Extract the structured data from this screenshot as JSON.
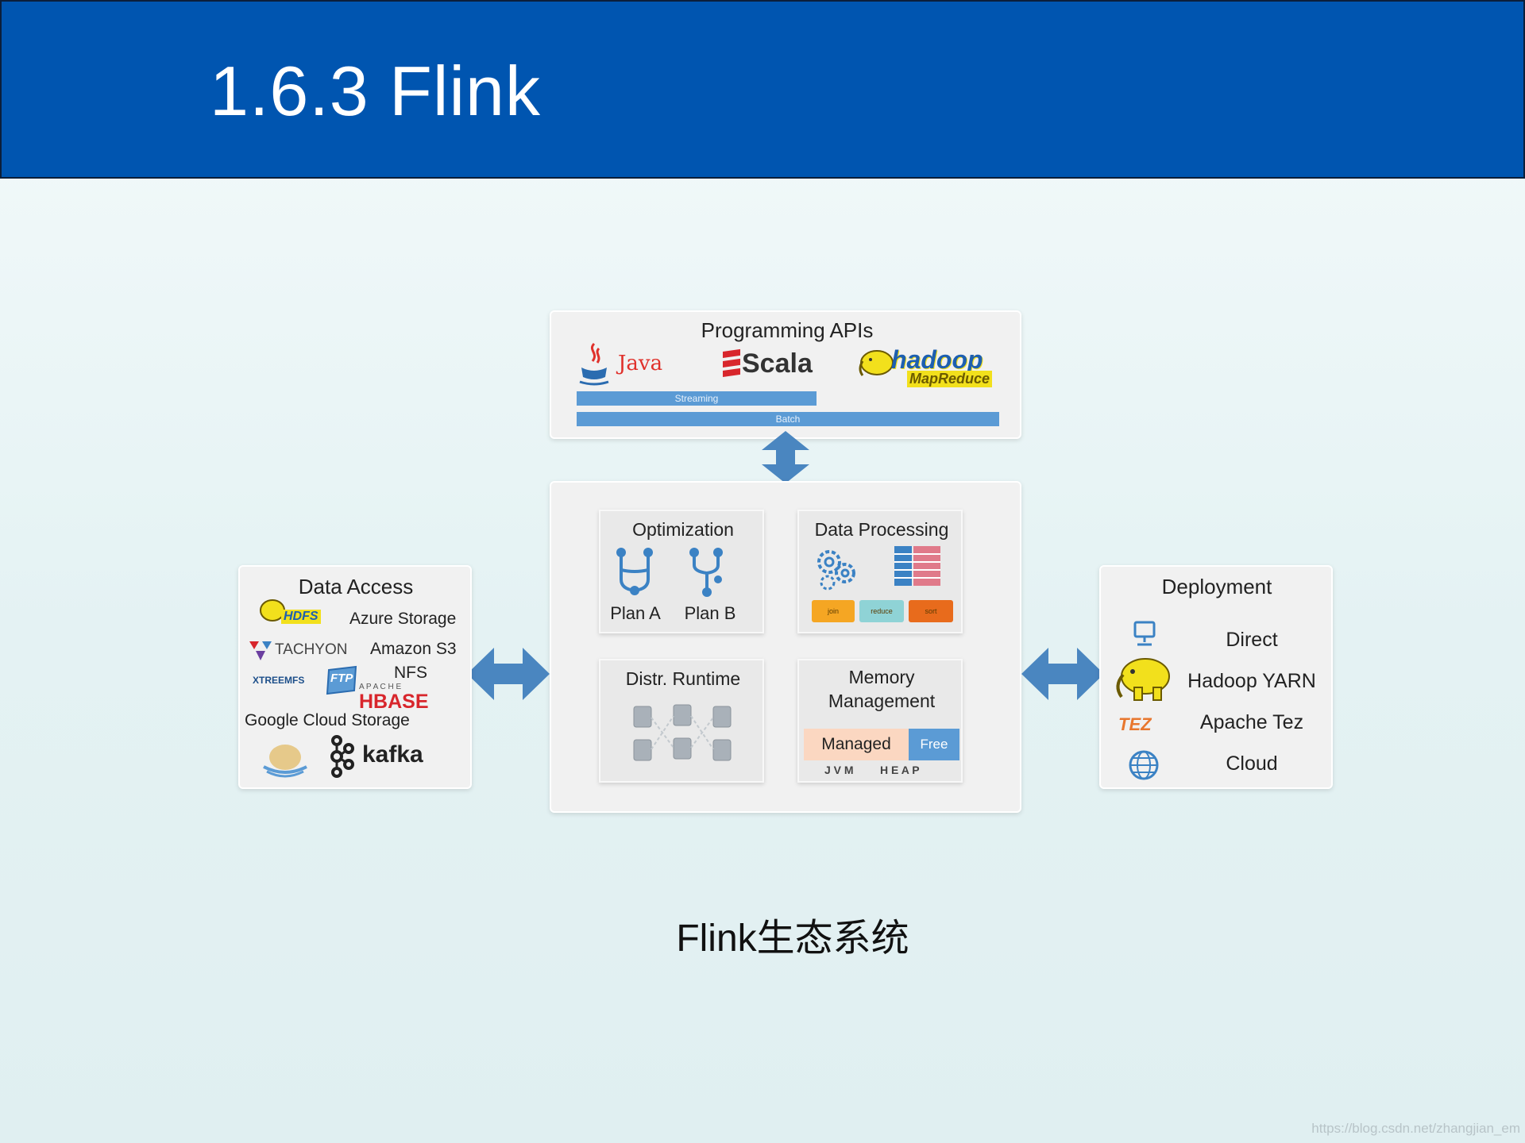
{
  "slide": {
    "title": "1.6.3 Flink",
    "caption": "Flink生态系统",
    "watermark": "https://blog.csdn.net/zhangjian_em"
  },
  "diagram": {
    "programming_apis": {
      "title": "Programming APIs",
      "logos": [
        "Java",
        "Scala",
        "hadoop",
        "MapReduce"
      ],
      "bars": {
        "streaming": "Streaming",
        "batch": "Batch"
      }
    },
    "core": {
      "optimization": {
        "title": "Optimization",
        "plan_a": "Plan A",
        "plan_b": "Plan B"
      },
      "data_processing": {
        "title": "Data Processing",
        "tags": [
          "join",
          "reduce",
          "sort"
        ]
      },
      "distr_runtime": {
        "title": "Distr. Runtime"
      },
      "memory_management": {
        "title_line1": "Memory",
        "title_line2": "Management",
        "managed": "Managed",
        "free": "Free",
        "jvm": "J V M",
        "heap": "H E A P"
      }
    },
    "data_access": {
      "title": "Data Access",
      "hdfs": "HDFS",
      "azure": "Azure Storage",
      "tachyon": "TACHYON",
      "s3": "Amazon S3",
      "xtreemfs": "XTREEMFS",
      "ftp": "FTP",
      "nfs": "NFS",
      "apache": "A P A C H E",
      "hbase": "HBASE",
      "gcs": "Google Cloud Storage",
      "kafka": "kafka"
    },
    "deployment": {
      "title": "Deployment",
      "tez_logo": "TEZ",
      "items": [
        "Direct",
        "Hadoop YARN",
        "Apache Tez",
        "Cloud"
      ]
    }
  },
  "colors": {
    "header": "#0055b0",
    "arrow": "#4a86c0",
    "bar": "#5b9bd5",
    "hbase": "#d8262c",
    "java": "#e0312b",
    "hadoop_yellow": "#f2e01c"
  },
  "icons": [
    "java-cup-icon",
    "scala-icon",
    "hadoop-elephant-icon",
    "plan-graph-icon",
    "gears-icon",
    "table-icon",
    "server-icon",
    "monitor-icon",
    "globe-icon",
    "kafka-icon",
    "hdfs-icon",
    "tachyon-icon",
    "ftp-icon",
    "cassandra-icon",
    "double-arrow-icon"
  ]
}
